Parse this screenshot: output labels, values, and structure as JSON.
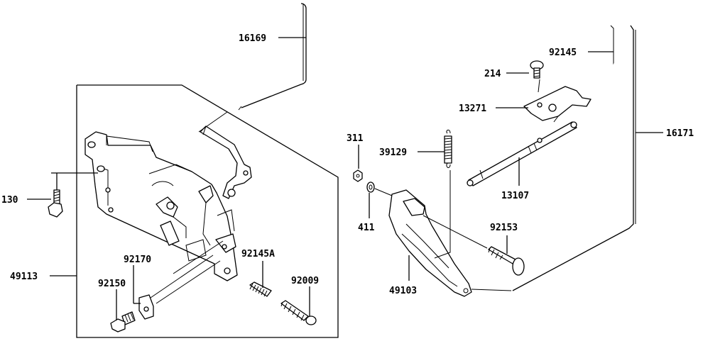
{
  "labels": {
    "p16169": "16169",
    "p92145": "92145",
    "p214": "214",
    "p13271": "13271",
    "p311": "311",
    "p16171": "16171",
    "p39129": "39129",
    "p13107": "13107",
    "p130": "130",
    "p411": "411",
    "p92153": "92153",
    "p92170": "92170",
    "p92145A": "92145A",
    "p49113": "49113",
    "p92150": "92150",
    "p92009": "92009",
    "p49103": "49103"
  }
}
